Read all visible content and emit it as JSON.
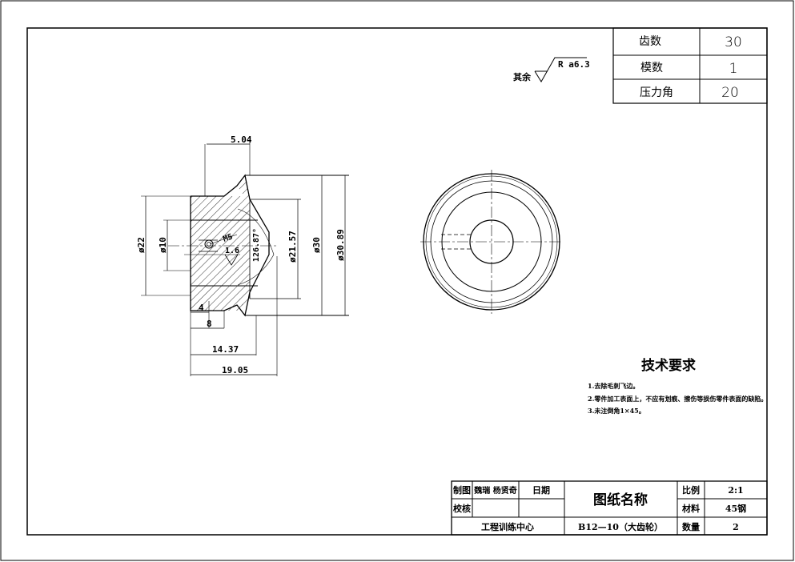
{
  "gear_params": [
    {
      "label": "齿数",
      "value": "30"
    },
    {
      "label": "模数",
      "value": "1"
    },
    {
      "label": "压力角",
      "value": "20"
    }
  ],
  "surface_roughness": {
    "prefix": "其余",
    "value": "R a6.3"
  },
  "dimensions": {
    "top_width": "5.04",
    "dia_22": "ø22",
    "dia_10": "ø10",
    "thread": "M5",
    "roughness_local": "1.6",
    "cone_angle": "126.87°",
    "dia_21_57": "ø21.57",
    "dia_30": "ø30",
    "dia_30_89": "ø30.89",
    "dim_4": "4",
    "dim_8": "8",
    "dim_14_37": "14.37",
    "dim_19_05": "19.05"
  },
  "tech_requirements": {
    "title": "技术要求",
    "items": [
      "1.去除毛刺飞边。",
      "2.零件加工表面上，不应有划痕、擦伤等损伤零件表面的缺陷。",
      "3.未注倒角1×45。"
    ]
  },
  "title_block": {
    "drawn_label": "制图",
    "drawn_by": "魏瑞  杨贤奇",
    "date_label": "日期",
    "checked_label": "校核",
    "drawing_name": "图纸名称",
    "scale_label": "比例",
    "scale_value": "2:1",
    "material_label": "材料",
    "material_value": "45钢",
    "quantity_label": "数量",
    "quantity_value": "2",
    "organization": "工程训练中心",
    "drawing_number": "B12—10（大齿轮）"
  }
}
